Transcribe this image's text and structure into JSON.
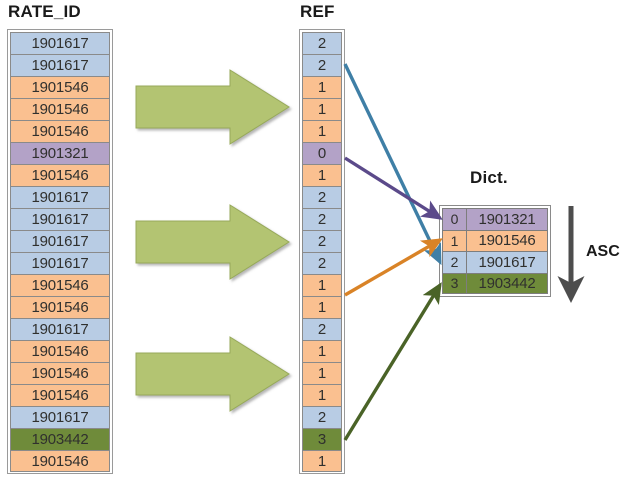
{
  "diagram": {
    "title_rate_id": "RATE_ID",
    "title_ref": "REF",
    "title_dict": "Dict.",
    "sort_label": "ASC"
  },
  "colors": {
    "blue": "#b8cce4",
    "orange": "#fac090",
    "purple": "#b3a2c7",
    "green": "#6f8b3a",
    "arrow_green": "#b3c472",
    "line_blue": "#3f7fa6",
    "line_purple": "#5b4a8a",
    "line_orange": "#d98327",
    "line_darkgreen": "#4a6327",
    "asc_arrow": "#4d4d4d"
  },
  "rate_id_column": {
    "header": "RATE_ID",
    "rows": [
      {
        "value": "1901617",
        "color": "blue"
      },
      {
        "value": "1901617",
        "color": "blue"
      },
      {
        "value": "1901546",
        "color": "orange"
      },
      {
        "value": "1901546",
        "color": "orange"
      },
      {
        "value": "1901546",
        "color": "orange"
      },
      {
        "value": "1901321",
        "color": "purple"
      },
      {
        "value": "1901546",
        "color": "orange"
      },
      {
        "value": "1901617",
        "color": "blue"
      },
      {
        "value": "1901617",
        "color": "blue"
      },
      {
        "value": "1901617",
        "color": "blue"
      },
      {
        "value": "1901617",
        "color": "blue"
      },
      {
        "value": "1901546",
        "color": "orange"
      },
      {
        "value": "1901546",
        "color": "orange"
      },
      {
        "value": "1901617",
        "color": "blue"
      },
      {
        "value": "1901546",
        "color": "orange"
      },
      {
        "value": "1901546",
        "color": "orange"
      },
      {
        "value": "1901546",
        "color": "orange"
      },
      {
        "value": "1901617",
        "color": "blue"
      },
      {
        "value": "1903442",
        "color": "green"
      },
      {
        "value": "1901546",
        "color": "orange"
      }
    ]
  },
  "ref_column": {
    "header": "REF",
    "rows": [
      {
        "value": "2",
        "color": "blue"
      },
      {
        "value": "2",
        "color": "blue"
      },
      {
        "value": "1",
        "color": "orange"
      },
      {
        "value": "1",
        "color": "orange"
      },
      {
        "value": "1",
        "color": "orange"
      },
      {
        "value": "0",
        "color": "purple"
      },
      {
        "value": "1",
        "color": "orange"
      },
      {
        "value": "2",
        "color": "blue"
      },
      {
        "value": "2",
        "color": "blue"
      },
      {
        "value": "2",
        "color": "blue"
      },
      {
        "value": "2",
        "color": "blue"
      },
      {
        "value": "1",
        "color": "orange"
      },
      {
        "value": "1",
        "color": "orange"
      },
      {
        "value": "2",
        "color": "blue"
      },
      {
        "value": "1",
        "color": "orange"
      },
      {
        "value": "1",
        "color": "orange"
      },
      {
        "value": "1",
        "color": "orange"
      },
      {
        "value": "2",
        "color": "blue"
      },
      {
        "value": "3",
        "color": "green"
      },
      {
        "value": "1",
        "color": "orange"
      }
    ]
  },
  "dict_table": {
    "header": "Dict.",
    "rows": [
      {
        "key": "0",
        "value": "1901321",
        "color": "purple"
      },
      {
        "key": "1",
        "value": "1901546",
        "color": "orange"
      },
      {
        "key": "2",
        "value": "1901617",
        "color": "blue"
      },
      {
        "key": "3",
        "value": "1903442",
        "color": "green"
      }
    ]
  },
  "transform_arrows": [
    {
      "name": "transform-arrow-1"
    },
    {
      "name": "transform-arrow-2"
    },
    {
      "name": "transform-arrow-3"
    }
  ],
  "mapping_lines": [
    {
      "name": "mapping-line-blue",
      "from_ref": "2",
      "to_dict_key": "2",
      "color": "#3f7fa6"
    },
    {
      "name": "mapping-line-purple",
      "from_ref": "0",
      "to_dict_key": "0",
      "color": "#5b4a8a"
    },
    {
      "name": "mapping-line-orange",
      "from_ref": "1",
      "to_dict_key": "1",
      "color": "#d98327"
    },
    {
      "name": "mapping-line-darkgreen",
      "from_ref": "3",
      "to_dict_key": "3",
      "color": "#4a6327"
    }
  ]
}
